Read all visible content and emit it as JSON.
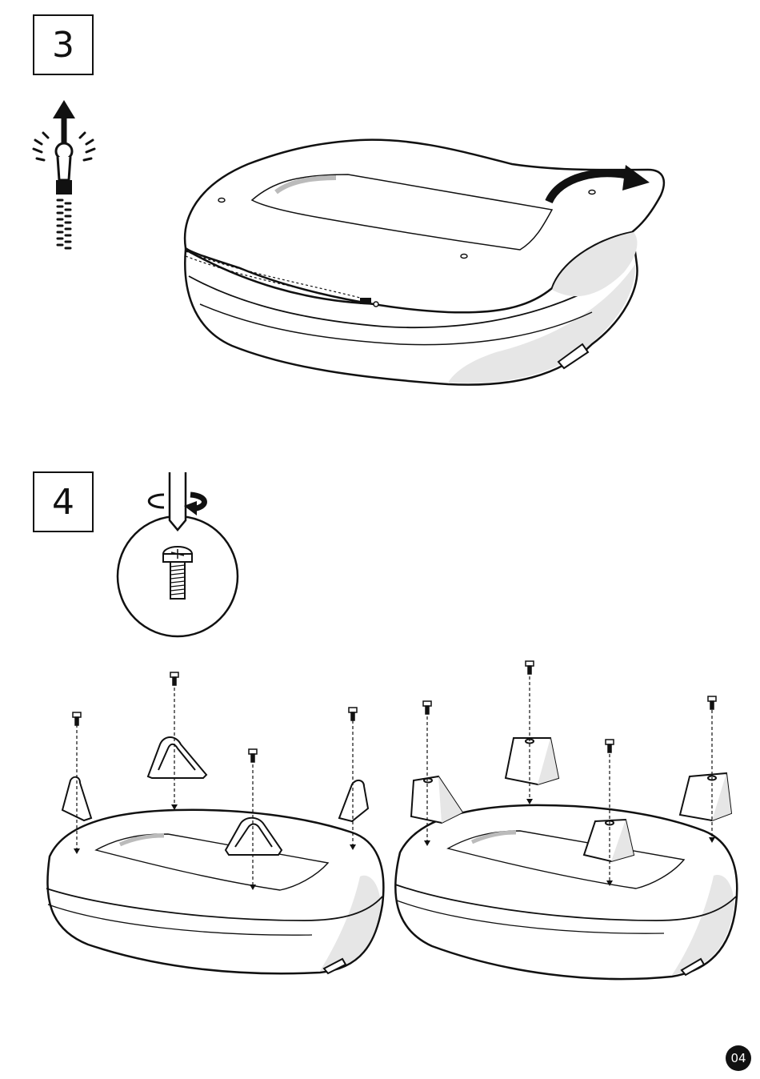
{
  "steps": {
    "step3_number": "3",
    "step4_number": "4"
  },
  "page": {
    "number": "04"
  },
  "colors": {
    "line": "#111111",
    "shade": "#e6e6e6",
    "fill": "#ffffff"
  },
  "icons": {
    "step3": [
      "zipper-open-icon",
      "rotate-arrow-icon"
    ],
    "step4": [
      "screwdriver-icon",
      "rotate-arrow-icon",
      "screw-icon"
    ]
  }
}
